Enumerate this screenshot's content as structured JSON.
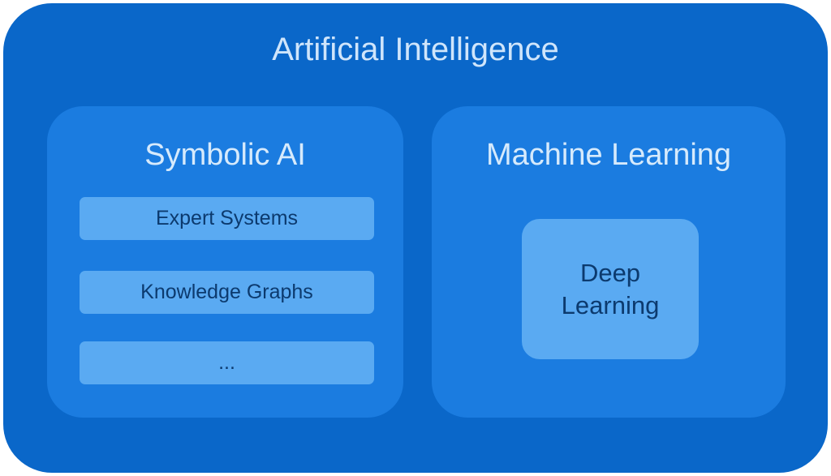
{
  "diagram": {
    "title": "Artificial Intelligence",
    "symbolic": {
      "title": "Symbolic AI",
      "items": [
        "Expert Systems",
        "Knowledge Graphs",
        "..."
      ]
    },
    "machine_learning": {
      "title": "Machine Learning",
      "deep_learning": {
        "line1": "Deep",
        "line2": "Learning"
      }
    }
  }
}
